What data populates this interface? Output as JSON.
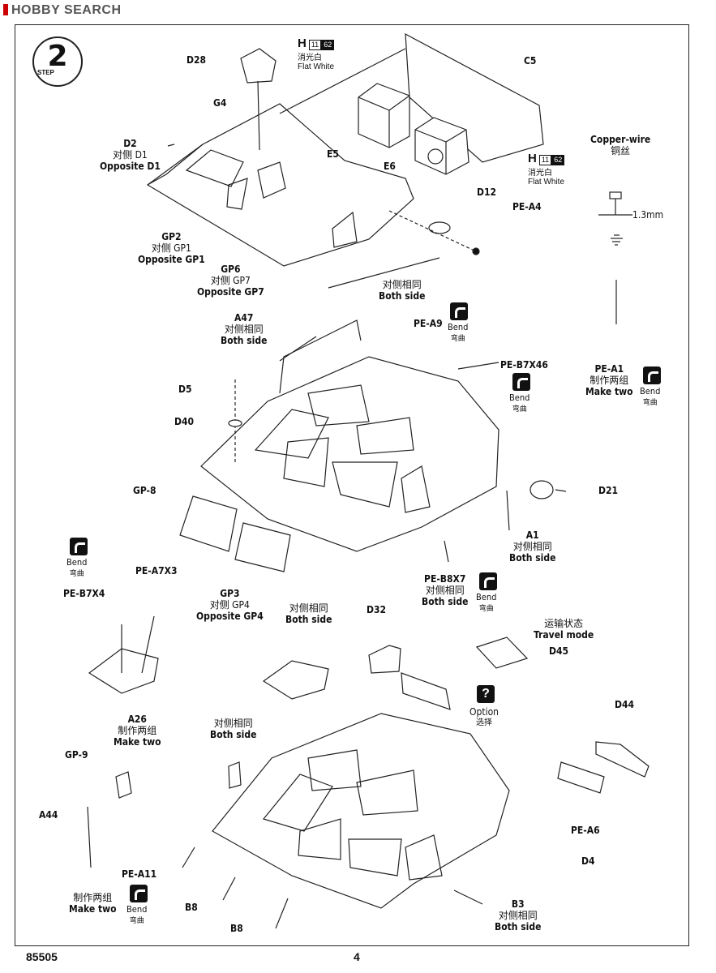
{
  "watermark": "HOBBY SEARCH",
  "step": {
    "number": "2",
    "label": "STEP"
  },
  "colors": {
    "ink": "#111111",
    "accent": "#cc0000"
  },
  "paint": [
    {
      "letter": "H",
      "code1": "11",
      "code2": "62",
      "cn": "消光白",
      "en": "Flat White"
    },
    {
      "letter": "H",
      "code1": "11",
      "code2": "62",
      "cn": "消光白",
      "en": "Flat White"
    }
  ],
  "copper": {
    "title": "Copper-wire",
    "cn": "铜丝",
    "size": "1.3mm"
  },
  "labels": {
    "d28": "D28",
    "c5": "C5",
    "g4": "G4",
    "d2": "D2",
    "d2_cn": "对侧 D1",
    "d2_en": "Opposite D1",
    "e5": "E5",
    "e6": "E6",
    "d12": "D12",
    "pea4": "PE-A4",
    "gp2": "GP2",
    "gp2_cn": "对侧 GP1",
    "gp2_en": "Opposite GP1",
    "gp6": "GP6",
    "gp6_cn": "对侧 GP7",
    "gp6_en": "Opposite GP7",
    "both1_cn": "对侧相同",
    "both1_en": "Both side",
    "a47": "A47",
    "a47_cn": "对侧相同",
    "a47_en": "Both side",
    "pea9": "PE-A9",
    "peb7x46": "PE-B7X46",
    "pea1": "PE-A1",
    "pea1_cn": "制作两组",
    "pea1_en": "Make  two",
    "d5": "D5",
    "d40": "D40",
    "gp8": "GP-8",
    "d21": "D21",
    "a1": "A1",
    "a1_cn": "对侧相同",
    "a1_en": "Both side",
    "peb8x7": "PE-B8X7",
    "peb8x7_cn": "对侧相同",
    "peb8x7_en": "Both side",
    "gp3": "GP3",
    "gp3_cn": "对侧 GP4",
    "gp3_en": "Opposite GP4",
    "pea7x3": "PE-A7X3",
    "peb7x4": "PE-B7X4",
    "both2_cn": "对侧相同",
    "both2_en": "Both side",
    "d32": "D32",
    "travel_cn": "运输状态",
    "travel_en": "Travel mode",
    "d45": "D45",
    "a26": "A26",
    "a26_cn": "制作两组",
    "a26_en": "Make  two",
    "option_en": "Option",
    "option_cn": "选择",
    "both3_cn": "对侧相同",
    "both3_en": "Both side",
    "d44": "D44",
    "gp9": "GP-9",
    "a44": "A44",
    "pea6": "PE-A6",
    "d4": "D4",
    "pea11": "PE-A11",
    "pea11_cn": "制作两组",
    "pea11_en": "Make  two",
    "b8a": "B8",
    "b8b": "B8",
    "b3": "B3",
    "b3_cn": "对侧相同",
    "b3_en": "Both side"
  },
  "bend": {
    "en": "Bend",
    "cn": "弯曲"
  },
  "footer": {
    "code": "85505",
    "page": "4"
  }
}
